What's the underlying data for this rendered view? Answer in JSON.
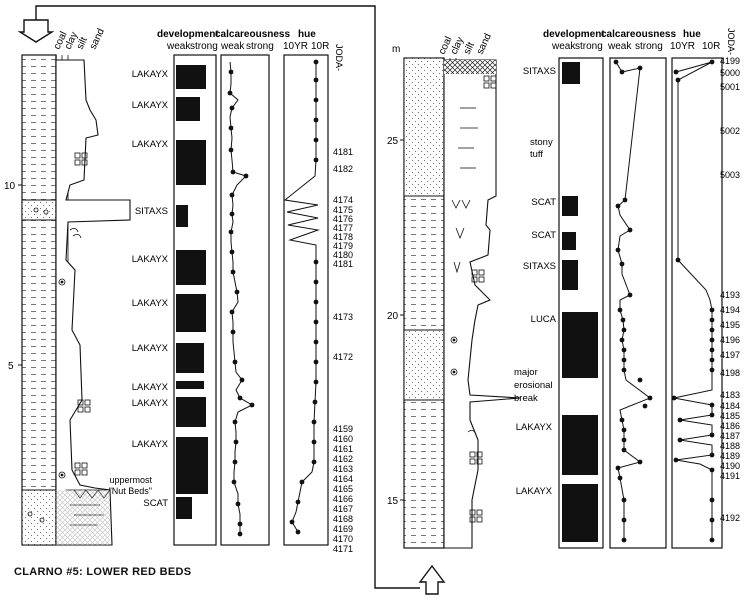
{
  "figure": {
    "caption": "CLARNO #5: LOWER RED BEDS",
    "colors": {
      "ink": "#111111",
      "paper": "#ffffff",
      "fill_light": "#cfcfcf"
    }
  },
  "header": {
    "grain_labels": [
      "coal",
      "clay",
      "silt",
      "sand"
    ],
    "development": "development",
    "weak": "weak",
    "strong": "strong",
    "calcareousness": "calcareousness",
    "hue": "hue",
    "hue_10yr": "10YR",
    "hue_10r": "10R",
    "joda": "JODA-",
    "meters": "m"
  },
  "left_column": {
    "depth_ticks": [
      {
        "label": "10",
        "value": 10
      },
      {
        "label": "5",
        "value": 5
      }
    ],
    "paleosols": [
      {
        "name": "LAKAYX",
        "development": 0.85
      },
      {
        "name": "LAKAYX",
        "development": 0.7
      },
      {
        "name": "LAKAYX",
        "development": 0.85
      },
      {
        "name": "SITAXS",
        "development": 0.35
      },
      {
        "name": "LAKAYX",
        "development": 0.8
      },
      {
        "name": "LAKAYX",
        "development": 0.85
      },
      {
        "name": "LAKAYX",
        "development": 0.8
      },
      {
        "name": "LAKAYX",
        "development": 0.8
      },
      {
        "name": "LAKAYX",
        "development": 0.85
      },
      {
        "name": "LAKAYX",
        "development": 0.9
      },
      {
        "name": "SCAT",
        "development": 0.45
      }
    ],
    "annotation": [
      "uppermost",
      "\"Nut Beds\""
    ],
    "joda_samples": [
      "4181",
      "4182",
      "4174",
      "4175",
      "4176",
      "4177",
      "4178",
      "4179",
      "4180",
      "4181",
      "4173",
      "4172",
      "4159",
      "4160",
      "4161",
      "4162",
      "4163",
      "4164",
      "4165",
      "4166",
      "4167",
      "4168",
      "4169",
      "4170",
      "4171"
    ]
  },
  "right_column": {
    "depth_ticks": [
      {
        "label": "25",
        "value": 25
      },
      {
        "label": "20",
        "value": 20
      },
      {
        "label": "15",
        "value": 15
      }
    ],
    "paleosols": [
      {
        "name": "SITAXS",
        "development": 0.45
      },
      {
        "name": "SCAT",
        "development": 0.4
      },
      {
        "name": "SCAT",
        "development": 0.35
      },
      {
        "name": "SITAXS",
        "development": 0.4
      },
      {
        "name": "LUCA",
        "development": 0.9
      },
      {
        "name": "LAKAYX",
        "development": 0.9
      },
      {
        "name": "LAKAYX",
        "development": 0.9
      }
    ],
    "stony_tuff": [
      "stony",
      "tuff"
    ],
    "erosional_break": [
      "major",
      "erosional",
      "break"
    ],
    "joda_samples": [
      "4199",
      "5000",
      "5001",
      "5002",
      "5003",
      "4193",
      "4194",
      "4195",
      "4196",
      "4197",
      "4198",
      "4183",
      "4184",
      "4185",
      "4186",
      "4187",
      "4188",
      "4189",
      "4190",
      "4191",
      "4192"
    ]
  }
}
